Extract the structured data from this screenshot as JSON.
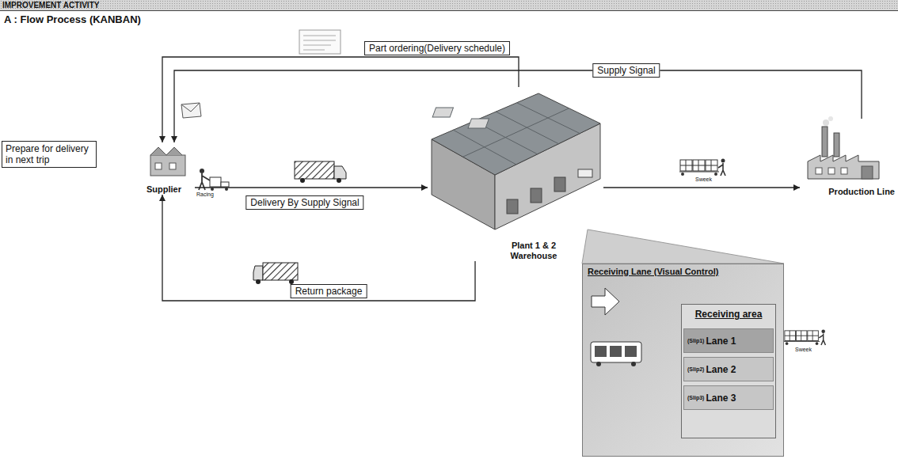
{
  "diagram": {
    "title": "IMPROVEMENT ACTIVITY",
    "nodes": [
      {
        "text": [
          "Prepare for delivery in next trip"
        ]
      },
      {
        "text": [
          "Supplier"
        ]
      },
      {
        "text": [
          "Plant 1 & 2 Warehouse"
        ]
      },
      {
        "text": [
          "Production Line"
        ]
      },
      {
        "text": [
          "Receiving Lane (Visual Control)"
        ]
      },
      {
        "text": [
          "Receiving area"
        ],
        "in": 4
      },
      {
        "text": [
          "(Slip1)",
          "Lane 1"
        ],
        "in": 5
      },
      {
        "text": [
          "(Slip2)",
          "Lane 2"
        ],
        "in": 5
      },
      {
        "text": [
          "(Slip3)",
          "Lane 3"
        ],
        "in": 5
      }
    ],
    "edges": [
      {
        "from": 2,
        "to": 1,
        "label": "Part ordering(Delivery schedule)",
        "arrow": "to"
      },
      {
        "from": 3,
        "to": 1,
        "label": "Supply Signal",
        "arrow": "to"
      },
      {
        "from": 1,
        "to": 2,
        "label": "Delivery By Supply Signal",
        "arrow": "to"
      },
      {
        "from": 2,
        "to": 1,
        "label": "Return package",
        "arrow": "to"
      },
      {
        "from": 2,
        "to": 3,
        "arrow": "to"
      }
    ],
    "labels": [
      "A : Flow Process (KANBAN)",
      "Racing",
      "Sweek",
      "Sweek"
    ]
  }
}
